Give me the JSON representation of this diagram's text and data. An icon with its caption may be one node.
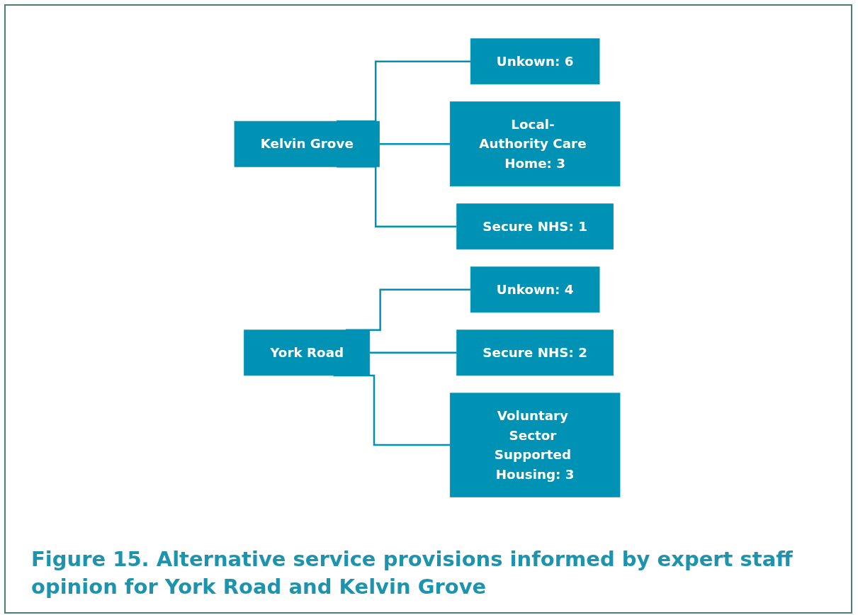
{
  "diagram": {
    "caption": "Figure 15. Alternative service provisions informed by expert staff opinion for York Road and Kelvin Grove",
    "nodes": [
      {
        "text": [
          "Kelvin Grove"
        ]
      },
      {
        "text": [
          "Unkown: 6"
        ]
      },
      {
        "text": [
          "Local- Authority Care Home: 3"
        ]
      },
      {
        "text": [
          "Secure NHS: 1"
        ]
      },
      {
        "text": [
          "York Road"
        ]
      },
      {
        "text": [
          "Unkown: 4"
        ]
      },
      {
        "text": [
          "Secure NHS: 2"
        ]
      },
      {
        "text": [
          "Voluntary Sector Supported Housing: 3"
        ]
      }
    ],
    "edges": [
      {
        "from": 0,
        "to": 1,
        "arrow": "none"
      },
      {
        "from": 0,
        "to": 2,
        "arrow": "none"
      },
      {
        "from": 0,
        "to": 3,
        "arrow": "none"
      },
      {
        "from": 4,
        "to": 5,
        "arrow": "none"
      },
      {
        "from": 4,
        "to": 6,
        "arrow": "none"
      },
      {
        "from": 4,
        "to": 7,
        "arrow": "none"
      }
    ]
  }
}
